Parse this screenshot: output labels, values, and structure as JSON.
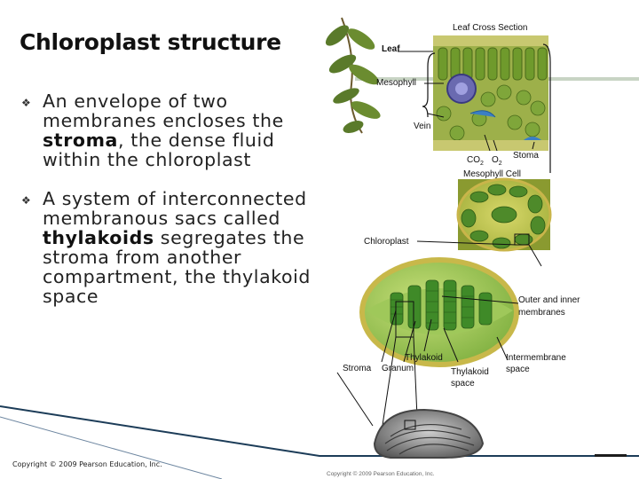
{
  "slide": {
    "title": "Chloroplast structure",
    "bullets": [
      {
        "pre": "An envelope of two membranes encloses the ",
        "bold": "stroma",
        "post": ", the dense fluid within the chloroplast"
      },
      {
        "pre": "A system of interconnected membranous sacs called ",
        "bold": "thylakoids",
        "post": " segregates the stroma from another compartment, the thylakoid space"
      }
    ],
    "copyright": "Copyright © 2009 Pearson Education, Inc."
  },
  "figure": {
    "leaf_cross_section": "Leaf Cross Section",
    "leaf": "Leaf",
    "mesophyll": "Mesophyll",
    "vein": "Vein",
    "co2": "CO",
    "co2_sub": "2",
    "o2": "O",
    "o2_sub": "2",
    "stoma": "Stoma",
    "mesophyll_cell": "Mesophyll Cell",
    "chloroplast": "Chloroplast",
    "outer_inner_1": "Outer and inner",
    "outer_inner_2": "membranes",
    "thylakoid": "Thylakoid",
    "stroma": "Stroma",
    "granum": "Granum",
    "thylakoid_space_1": "Thylakoid",
    "thylakoid_space_2": "space",
    "intermembrane_1": "Intermembrane",
    "intermembrane_2": "space",
    "copyright_small": "Copyright © 2009 Pearson Education, Inc."
  },
  "colors": {
    "leaf_green": "#5a7a2a",
    "cell_wall": "#b8a64a",
    "chloroplast_green": "#4f9a2e",
    "vacuole_blue": "#3b7fc4",
    "purple_nucleus": "#6a6ab0",
    "micrograph_gray": "#777777"
  }
}
